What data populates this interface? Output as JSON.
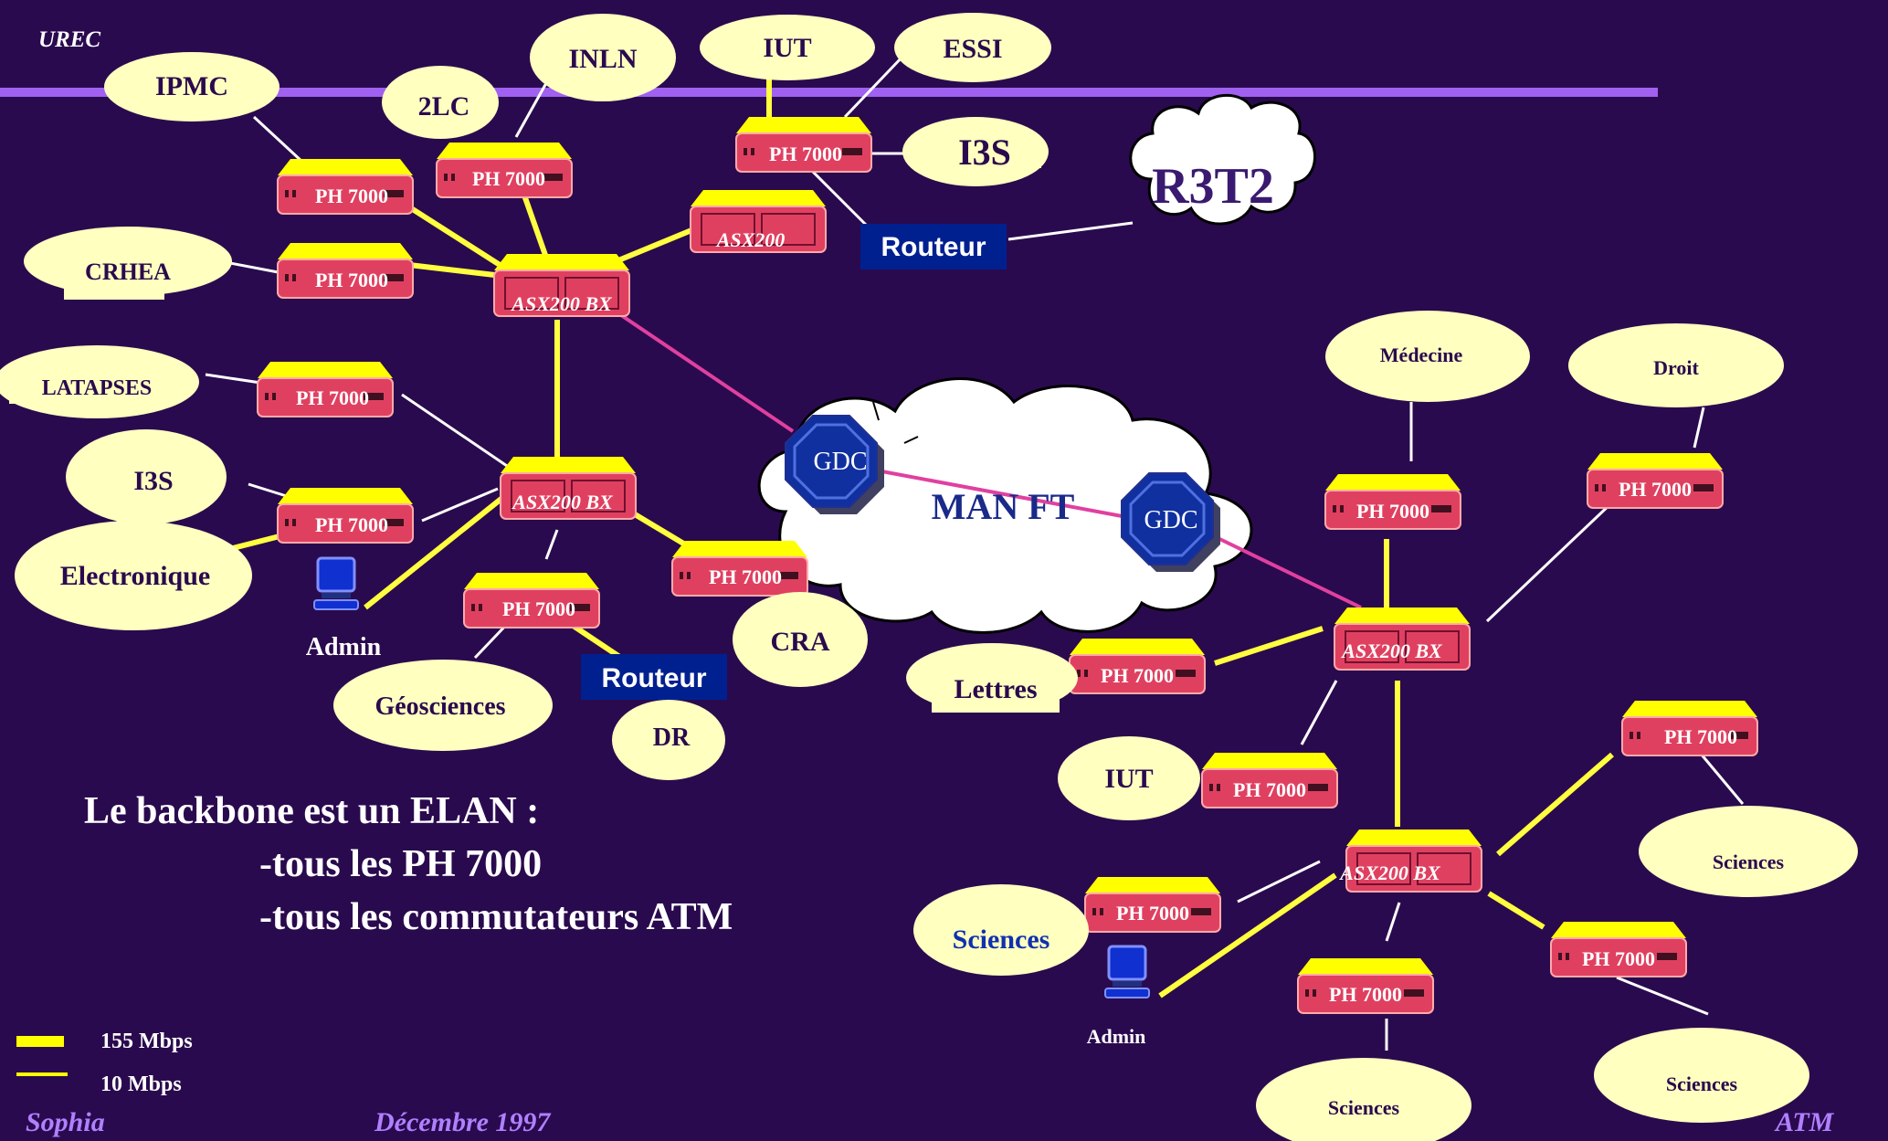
{
  "header": {
    "org": "UREC"
  },
  "clouds": {
    "r3t2": "R3T2",
    "man": "MAN FT"
  },
  "gdc_label": "GDC",
  "routeur_label": "Routeur",
  "ph_label": "PH 7000",
  "switches": {
    "asx200": "ASX200",
    "asx200bx": "ASX200 BX"
  },
  "admin_label": "Admin",
  "sites": {
    "ipmc": "IPMC",
    "inln": "INLN",
    "iut_top": "IUT",
    "essi": "ESSI",
    "lc2": "2LC",
    "i3s_top": "I3S",
    "crhea": "CRHEA",
    "latapses": "LATAPSES",
    "i3s_left": "I3S",
    "electronique": "Electronique",
    "cra": "CRA",
    "geosciences": "Géosciences",
    "dr": "DR",
    "medecine": "Médecine",
    "droit": "Droit",
    "lettres": "Lettres",
    "iut_right": "IUT",
    "sciences_blue": "Sciences",
    "sciences": "Sciences"
  },
  "text": {
    "line1": "Le backbone est un ELAN :",
    "line2": "-tous les PH 7000",
    "line3": "-tous les commutateurs ATM"
  },
  "legend": {
    "fast": "155 Mbps",
    "slow": "10 Mbps"
  },
  "footer": {
    "left": "Sophia",
    "center": "Décembre 1997",
    "right": "ATM"
  },
  "colors": {
    "background": "#2a0a4e",
    "header_bar": "#a060f0",
    "device_body": "#e04060",
    "device_top": "#ffff00",
    "ellipse": "#ffffc0",
    "router": "#002090",
    "gdc": "#1030a0",
    "link_yellow": "#ffff40",
    "link_magenta": "#e040a0",
    "link_white": "#ffffff"
  }
}
